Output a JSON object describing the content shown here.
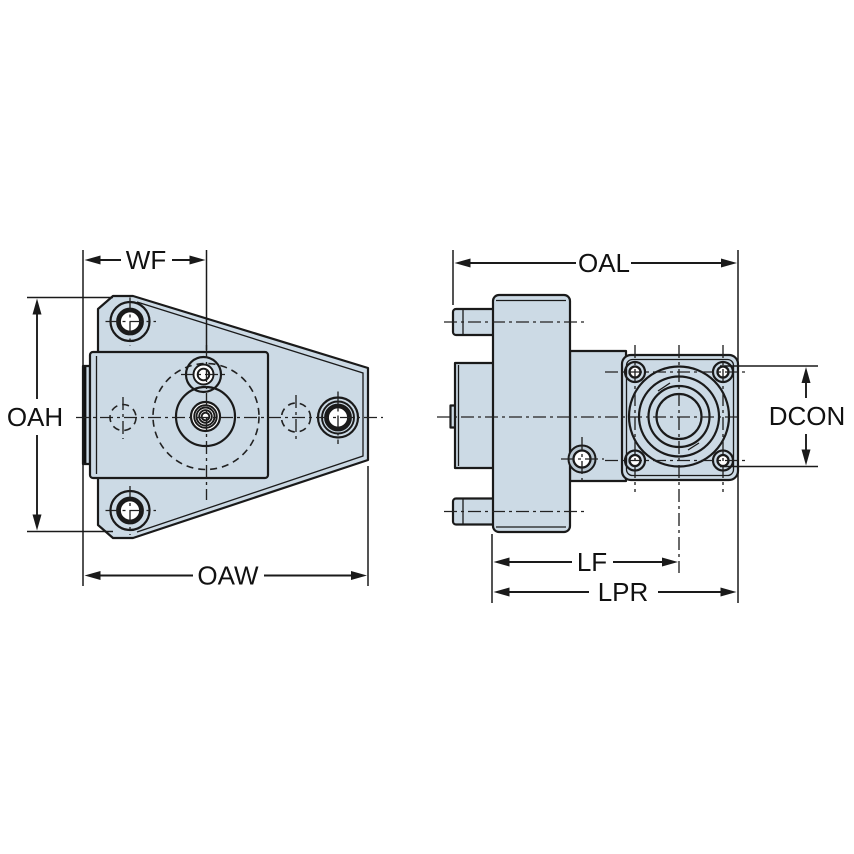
{
  "drawing": {
    "type": "technical-dimension-drawing",
    "part": "tool-holder-adapter-two-views"
  },
  "dimensions": {
    "wf": {
      "label": "WF"
    },
    "oah": {
      "label": "OAH"
    },
    "oaw": {
      "label": "OAW"
    },
    "oal": {
      "label": "OAL"
    },
    "dcon": {
      "label": "DCON"
    },
    "lf": {
      "label": "LF"
    },
    "lpr": {
      "label": "LPR"
    }
  },
  "colors": {
    "part_fill": "#ccdae5",
    "line": "#1a1a1a",
    "background": "#ffffff"
  }
}
